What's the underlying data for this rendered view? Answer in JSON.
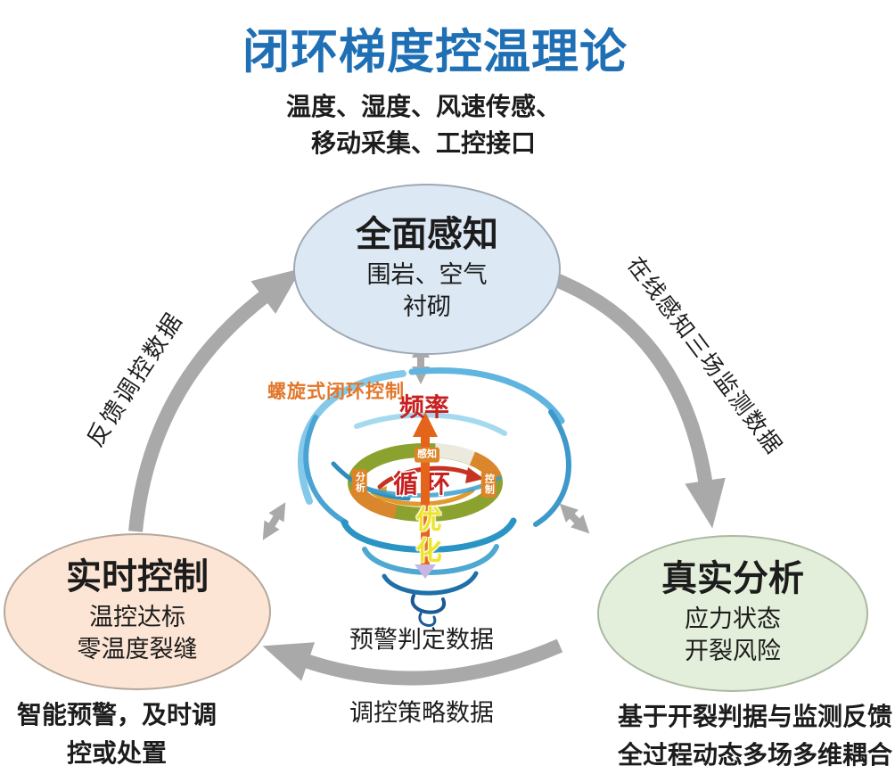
{
  "title": "闭环梯度控温理论",
  "subtitle": {
    "line1": "温度、湿度、风速传感、",
    "line2": "移动采集、工控接口"
  },
  "nodes": {
    "perception": {
      "title": "全面感知",
      "line1": "围岩、空气",
      "line2": "衬砌"
    },
    "control": {
      "title": "实时控制",
      "line1": "温控达标",
      "line2": "零温度裂缝"
    },
    "analysis": {
      "title": "真实分析",
      "line1": "应力状态",
      "line2": "开裂风险"
    }
  },
  "flow_labels": {
    "right_arc": "在线感知三场监测数据",
    "left_arc": "反馈调控数据",
    "bottom_arc_upper": "预警判定数据",
    "bottom_arc_lower": "调控策略数据"
  },
  "captions": {
    "bottom_left_line1": "智能预警，及时调",
    "bottom_left_line2": "控或处置",
    "bottom_right_line1": "基于开裂判据与监测反馈",
    "bottom_right_line2": "全过程动态多场多维耦合"
  },
  "center": {
    "spiral_label": "螺旋式闭环控制",
    "frequency": "频率",
    "cycle": "循环",
    "optimize": "优化",
    "ring_tabs": {
      "top": "感知",
      "left": "分析",
      "right": "控制"
    }
  },
  "colors": {
    "title_blue": "#1f6fb5",
    "arrow_gray": "#a9a9a9",
    "node_blue_fill": "#dce8f3",
    "node_pink_fill": "#fce5d4",
    "node_green_fill": "#e4efdb",
    "spiral_orange": "#e2762a",
    "text_red": "#c81f1f",
    "optimize_yellow": "#ece42c",
    "ring_olive": "#8ba32e",
    "ring_orange": "#d9862c",
    "tab_orange": "#dd8428",
    "lavender": "#c9b6e4",
    "tornado_blue": "#4aa3d2"
  }
}
